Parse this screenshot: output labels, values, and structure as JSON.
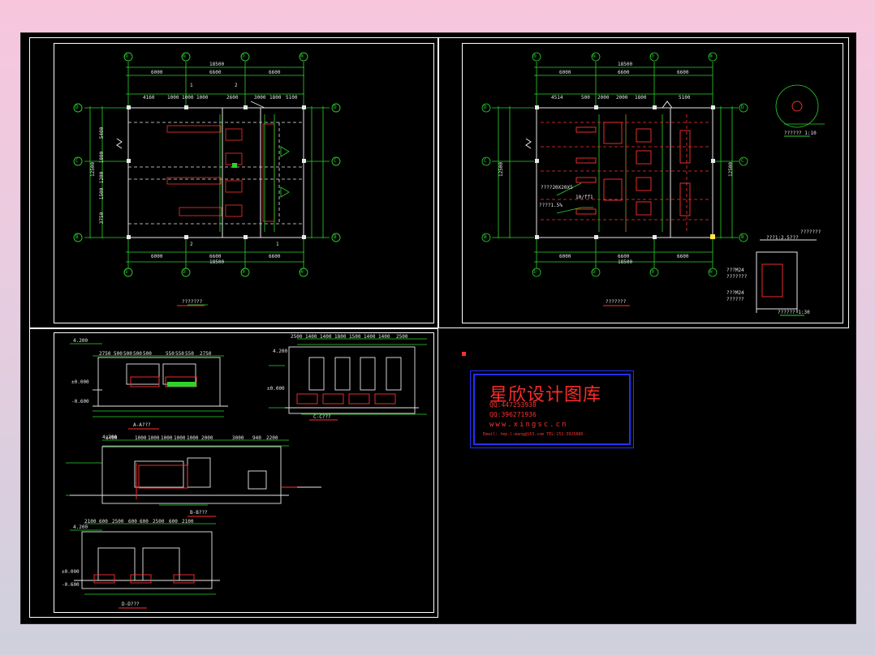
{
  "plan1": {
    "top_axes": [
      "⑤",
      "⑥",
      "⑦",
      "⑧"
    ],
    "bottom_axes": [
      "①",
      "②",
      "③",
      "④"
    ],
    "left_axes": [
      "D",
      "C",
      "B"
    ],
    "right_axes": [
      "D",
      "C",
      "B"
    ],
    "total_width": "18500",
    "top_dims": [
      "6000",
      "6600",
      "6600"
    ],
    "sub_dims": [
      "4160",
      "1000",
      "1000",
      "1000",
      "2600",
      "3000",
      "1800",
      "5100"
    ],
    "left_total": "12500",
    "left_dims": [
      "5400",
      "1800",
      "1200",
      "1500",
      "3750"
    ],
    "title": "???????",
    "bubbles": [
      "1",
      "2",
      "2",
      "1"
    ]
  },
  "plan2": {
    "top_axes": [
      "⑤",
      "⑥",
      "⑦",
      "⑧"
    ],
    "bottom_axes": [
      "①",
      "②",
      "③",
      "④"
    ],
    "left_axes": [
      "D",
      "C",
      "B"
    ],
    "right_axes": [
      "D",
      "C",
      "B"
    ],
    "total_width": "18500",
    "top_dims": [
      "6000",
      "6600",
      "6600"
    ],
    "sub_dims": [
      "4514",
      "500",
      "2000",
      "2000",
      "1800",
      "5100"
    ],
    "left_total": "12500",
    "title": "???????",
    "note1": "????20X20X5",
    "note2": "????1.5%",
    "note3": "10/ff1",
    "detail_title": "?????? 1:10",
    "section_title": "?????? 1:30",
    "section_labels": [
      "???1:2.5???",
      "???????",
      "???M24",
      "???????",
      "???M24",
      "??????"
    ]
  },
  "elev_a": {
    "title": "A-A???",
    "level_top": "4.200",
    "level_mid": "±0.000",
    "level_low": "-0.600",
    "dims": [
      "2750",
      "500",
      "500",
      "500",
      "500",
      "550",
      "550",
      "550",
      "2750"
    ]
  },
  "elev_b": {
    "title": "B-B???",
    "level_top": "4.200",
    "dims": [
      "8400",
      "1000",
      "1000",
      "1000",
      "1000",
      "1000",
      "2000",
      "3000",
      "940",
      "2200"
    ]
  },
  "elev_c": {
    "title": "C-C???",
    "level_top": "4.200",
    "level_mid": "±0.000",
    "dims": [
      "2500",
      "1400",
      "1400",
      "1800",
      "1500",
      "1400",
      "1400",
      "2500"
    ]
  },
  "elev_d": {
    "title": "D-D???",
    "level_top": "4.200",
    "level_mid": "±0.000",
    "level_low": "-0.600",
    "dims": [
      "2100",
      "600",
      "2500",
      "600",
      "600",
      "2500",
      "600",
      "2100"
    ]
  },
  "logo": {
    "name": "星欣设计图库",
    "qq1": "QQ:447253938",
    "qq2": "QQ:396271936",
    "url": "www.xingsc.cn",
    "mail": "Email: tmp-l-mang@163.com  TEL:151 3925880"
  },
  "colors": {
    "background": "#000000",
    "dimension": "#2bd42b",
    "structure": "#e8e8e8",
    "pipe": "#ff3030",
    "logo_border": "#2230ff",
    "marker": "#ffe84a"
  }
}
